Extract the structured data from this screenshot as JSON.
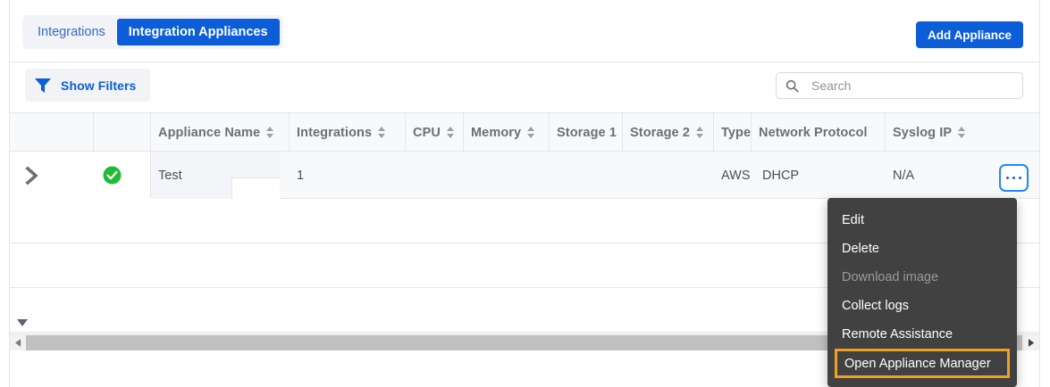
{
  "tabs": {
    "items": [
      {
        "label": "Integrations",
        "active": false
      },
      {
        "label": "Integration Appliances",
        "active": true
      }
    ]
  },
  "toolbar": {
    "add_appliance_label": "Add Appliance",
    "show_filters_label": "Show Filters",
    "filter_icon": "funnel-icon"
  },
  "search": {
    "icon": "search-icon",
    "value": "",
    "placeholder": "Search"
  },
  "table": {
    "columns": [
      {
        "label": "",
        "sortable": false
      },
      {
        "label": "",
        "sortable": false
      },
      {
        "label": "Appliance Name",
        "sortable": true
      },
      {
        "label": "Integrations",
        "sortable": true
      },
      {
        "label": "CPU",
        "sortable": true
      },
      {
        "label": "Memory",
        "sortable": true
      },
      {
        "label": "Storage 1",
        "sortable": true
      },
      {
        "label": "Storage 2",
        "sortable": true
      },
      {
        "label": "Type",
        "sortable": true
      },
      {
        "label": "Network Protocol",
        "sortable": true
      },
      {
        "label": "Syslog IP",
        "sortable": true
      }
    ],
    "rows": [
      {
        "expander_icon": "chevron-right-icon",
        "status_icon": "check-circle-icon",
        "appliance_name": "Test",
        "integrations": "1",
        "cpu": "",
        "memory": "",
        "storage_1": "",
        "storage_2": "",
        "type": "AWS",
        "network_protocol": "DHCP",
        "syslog_ip": "N/A",
        "actions_icon": "kebab-menu-icon"
      }
    ],
    "empty_row_count": 3
  },
  "context_menu": {
    "items": [
      {
        "label": "Edit",
        "state": "normal"
      },
      {
        "label": "Delete",
        "state": "normal"
      },
      {
        "label": "Download image",
        "state": "disabled"
      },
      {
        "label": "Collect logs",
        "state": "normal"
      },
      {
        "label": "Remote Assistance",
        "state": "normal"
      },
      {
        "label": "Open Appliance Manager",
        "state": "highlighted"
      }
    ]
  },
  "scrollbar": {
    "left_arrow_icon": "triangle-left-icon",
    "right_arrow_icon": "triangle-right-icon"
  },
  "footer": {
    "caret_icon": "triangle-down-icon"
  },
  "colors": {
    "accent_blue": "#0b5ed7",
    "status_green": "#22bb33",
    "highlight_orange": "#f0a020",
    "menu_bg": "#414141"
  }
}
